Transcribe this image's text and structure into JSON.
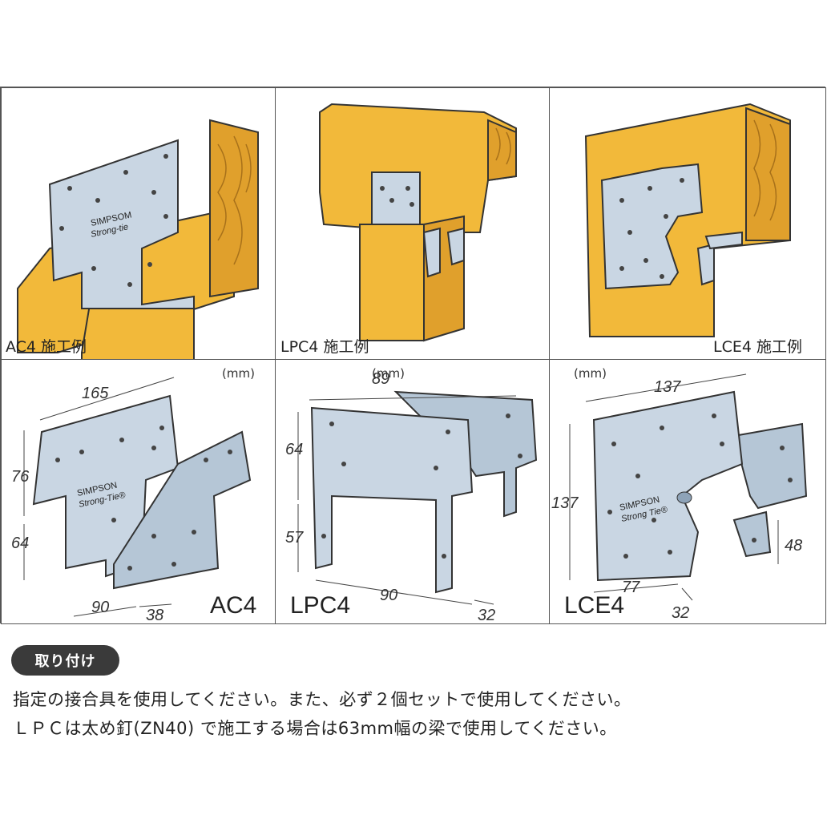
{
  "panels": {
    "ac4_install": {
      "caption": "AC4 施工例",
      "brand": "SIMPSOM",
      "brand2": "Strong-tie"
    },
    "lpc4_install": {
      "caption": "LPC4 施工例"
    },
    "lce4_install": {
      "caption": "LCE4 施工例"
    },
    "ac4": {
      "model": "AC4",
      "unit": "(mm)",
      "brand": "SIMPSON",
      "brand2": "Strong-Tie®",
      "dims": {
        "width": "165",
        "upper": "76",
        "lower": "64",
        "bottom": "90",
        "side": "38"
      }
    },
    "lpc4": {
      "model": "LPC4",
      "unit": "(mm)",
      "dims": {
        "top": "89",
        "upper": "64",
        "lower": "57",
        "bottom": "90",
        "depth": "32"
      }
    },
    "lce4": {
      "model": "LCE4",
      "unit": "(mm)",
      "brand": "SIMPSON",
      "brand2": "Strong Tie®",
      "dims": {
        "top": "137",
        "height": "137",
        "bottom": "77",
        "offset": "32",
        "tab": "48"
      }
    }
  },
  "install": {
    "badge": "取り付け",
    "line1": "指定の接合具を使用してください。また、必ず２個セットで使用してください。",
    "line2": "ＬＰＣは太め釘(ZN40) で施工する場合は63mm幅の梁で使用してください。"
  },
  "colors": {
    "wood": "#f2b93a",
    "wood_dark": "#c98a1c",
    "metal": "#c9d6e3",
    "metal_dark": "#8ea3b8",
    "outline": "#333333"
  }
}
